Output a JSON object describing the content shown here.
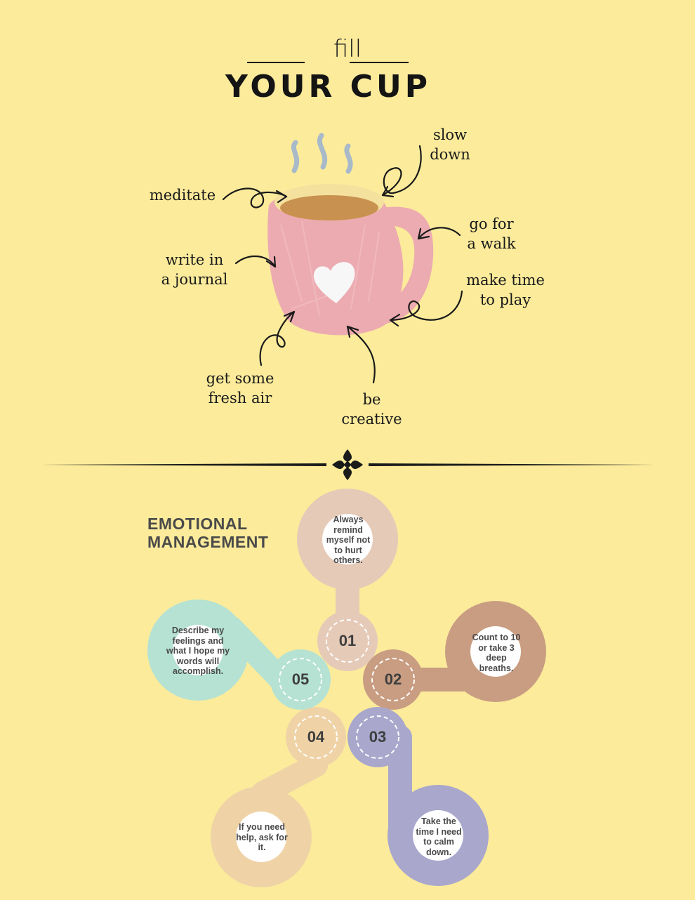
{
  "header": {
    "script_word": "fill",
    "title": "YOUR CUP"
  },
  "cup_ideas": [
    {
      "id": "slow",
      "lines": [
        "slow",
        "down"
      ]
    },
    {
      "id": "meditate",
      "lines": [
        "meditate"
      ]
    },
    {
      "id": "walk",
      "lines": [
        "go for",
        "a walk"
      ]
    },
    {
      "id": "journal",
      "lines": [
        "write in",
        "a journal"
      ]
    },
    {
      "id": "play",
      "lines": [
        "make time",
        "to play"
      ]
    },
    {
      "id": "air",
      "lines": [
        "get some",
        "fresh air"
      ]
    },
    {
      "id": "creative",
      "lines": [
        "be",
        "creative"
      ]
    }
  ],
  "section": {
    "title_line1": "EMOTIONAL",
    "title_line2": "MANAGEMENT"
  },
  "steps": [
    {
      "number": "01",
      "text": "Always remind myself not to hurt others.",
      "color": "#e5cab8"
    },
    {
      "number": "02",
      "text": "Count to 10 or take 3 deep breaths.",
      "color": "#c99d82"
    },
    {
      "number": "03",
      "text": "Take the time I need to calm down.",
      "color": "#a9a7cc"
    },
    {
      "number": "04",
      "text": "If you need help, ask for it.",
      "color": "#efd3a7"
    },
    {
      "number": "05",
      "text": "Describe my feelings and what I hope my words will accomplish.",
      "color": "#b5e2d3"
    }
  ],
  "colors": {
    "background": "#fbeb9b",
    "cup": "#ecabb0",
    "coffee": "#c9914f",
    "rim": "#f4e19e",
    "steam": "#a8b9c9"
  }
}
